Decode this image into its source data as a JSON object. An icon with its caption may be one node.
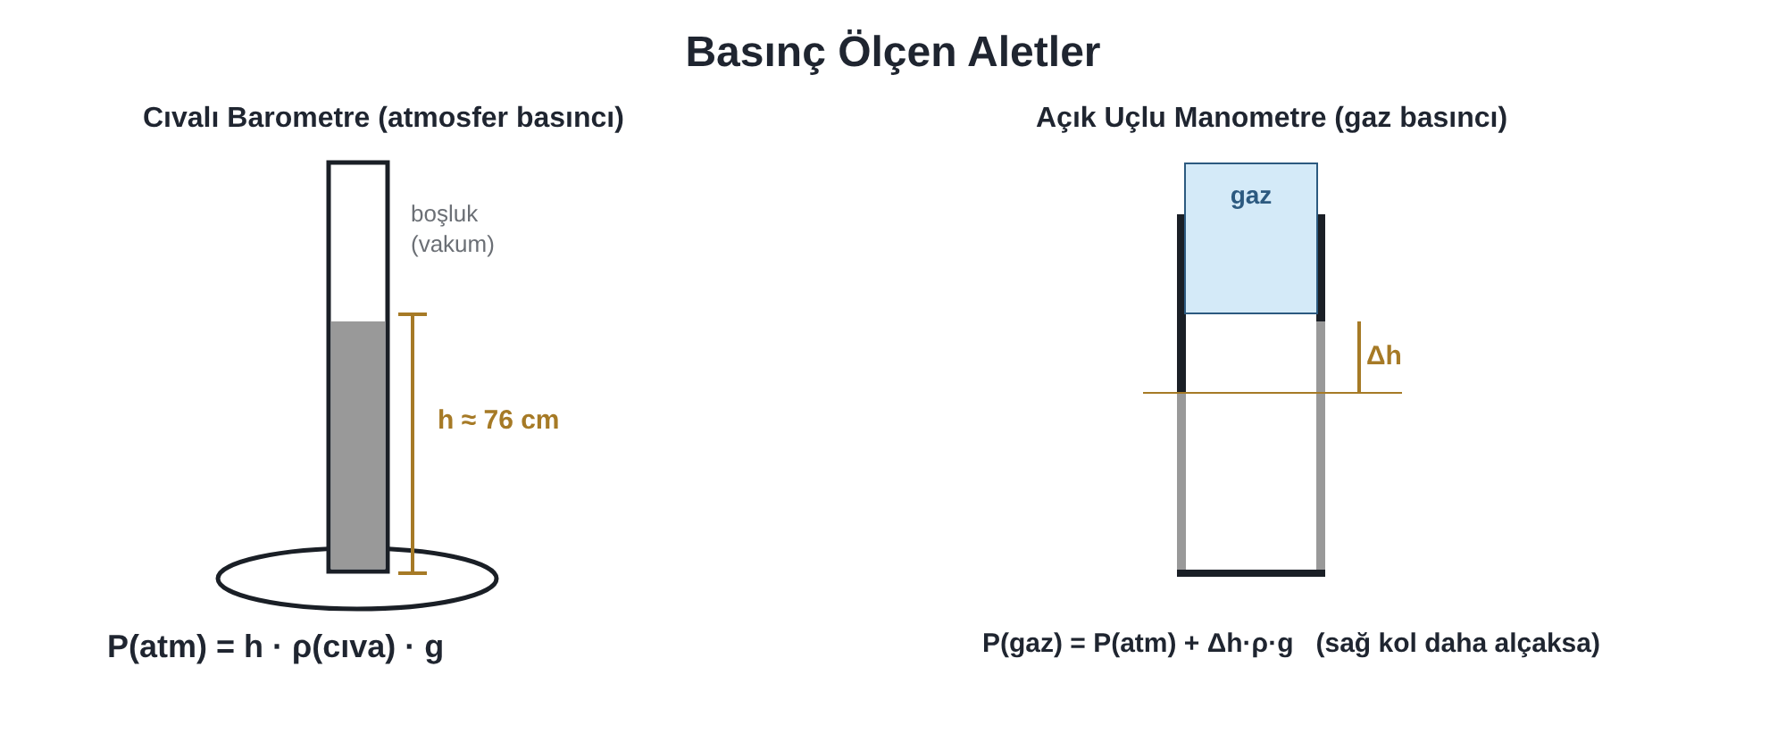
{
  "diagram": {
    "title": "Basınç Ölçen Aletler",
    "nodes": [
      {
        "text": [
          "gaz"
        ]
      }
    ],
    "edges": [],
    "labels": [
      "Cıvalı Barometre (atmosfer basıncı)",
      "Açık Uçlu Manometre (gaz basıncı)",
      "boşluk (vakum)",
      "h ≈ 76 cm",
      "Δh",
      "P(atm) = h · ρ(cıva) · g",
      "P(gaz) = P(atm) + Δh·ρ·g   (sağ kol daha alçaksa)"
    ]
  }
}
